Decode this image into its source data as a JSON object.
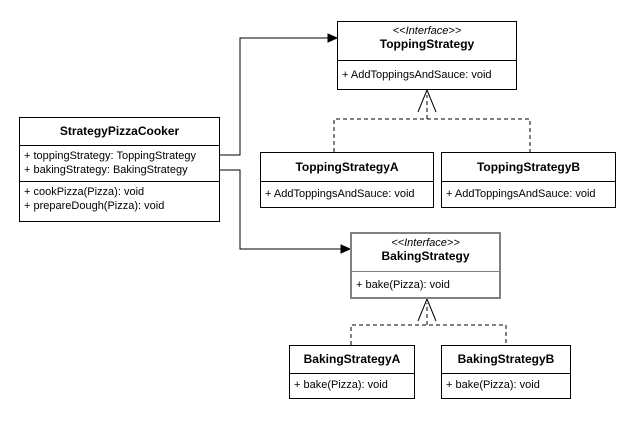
{
  "classes": {
    "cooker": {
      "name": "StrategyPizzaCooker",
      "attributes": [
        "+ toppingStrategy: ToppingStrategy",
        "+ bakingStrategy: BakingStrategy"
      ],
      "operations": [
        "+ cookPizza(Pizza): void",
        "+ prepareDough(Pizza): void"
      ]
    },
    "topping_strategy": {
      "stereotype": "<<Interface>>",
      "name": "ToppingStrategy",
      "operations": [
        "+ AddToppingsAndSauce: void"
      ]
    },
    "topping_a": {
      "name": "ToppingStrategyA",
      "operations": [
        "+ AddToppingsAndSauce: void"
      ]
    },
    "topping_b": {
      "name": "ToppingStrategyB",
      "operations": [
        "+ AddToppingsAndSauce: void"
      ]
    },
    "baking_strategy": {
      "stereotype": "<<Interface>>",
      "name": "BakingStrategy",
      "operations": [
        "+ bake(Pizza): void"
      ]
    },
    "baking_a": {
      "name": "BakingStrategyA",
      "operations": [
        "+ bake(Pizza): void"
      ]
    },
    "baking_b": {
      "name": "BakingStrategyB",
      "operations": [
        "+ bake(Pizza): void"
      ]
    }
  },
  "relations": [
    {
      "from": "StrategyPizzaCooker",
      "to": "ToppingStrategy",
      "kind": "association"
    },
    {
      "from": "StrategyPizzaCooker",
      "to": "BakingStrategy",
      "kind": "association"
    },
    {
      "from": "ToppingStrategyA",
      "to": "ToppingStrategy",
      "kind": "realization"
    },
    {
      "from": "ToppingStrategyB",
      "to": "ToppingStrategy",
      "kind": "realization"
    },
    {
      "from": "BakingStrategyA",
      "to": "BakingStrategy",
      "kind": "realization"
    },
    {
      "from": "BakingStrategyB",
      "to": "BakingStrategy",
      "kind": "realization"
    }
  ],
  "colors": {
    "line": "#000000",
    "highlight_border": "#808080",
    "background": "#ffffff"
  }
}
